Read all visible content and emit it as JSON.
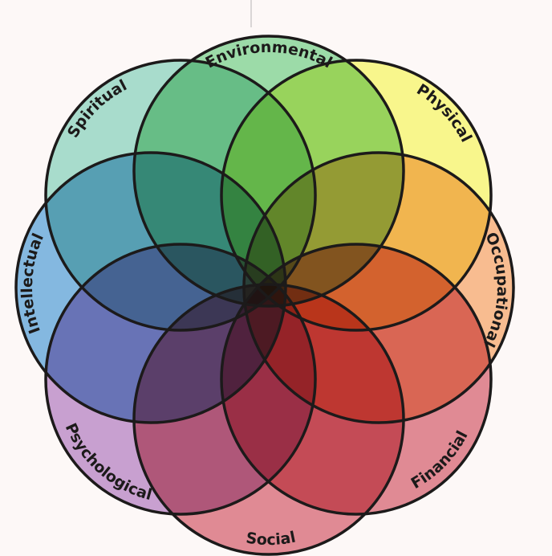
{
  "diagram": {
    "dimensions": [
      {
        "label": "Environmental",
        "color": "#9cdba8"
      },
      {
        "label": "Physical",
        "color": "#f8f68c"
      },
      {
        "label": "Occupational",
        "color": "#f8bc90"
      },
      {
        "label": "Financial",
        "color": "#e08a94"
      },
      {
        "label": "Social",
        "color": "#e08a94"
      },
      {
        "label": "Psychological",
        "color": "#c8a0d0"
      },
      {
        "label": "Intellectual",
        "color": "#84b8e0"
      },
      {
        "label": "Spiritual",
        "color": "#a8dccc"
      }
    ],
    "outline_color": "#1c1a1a",
    "background": "#fdf8f7"
  }
}
